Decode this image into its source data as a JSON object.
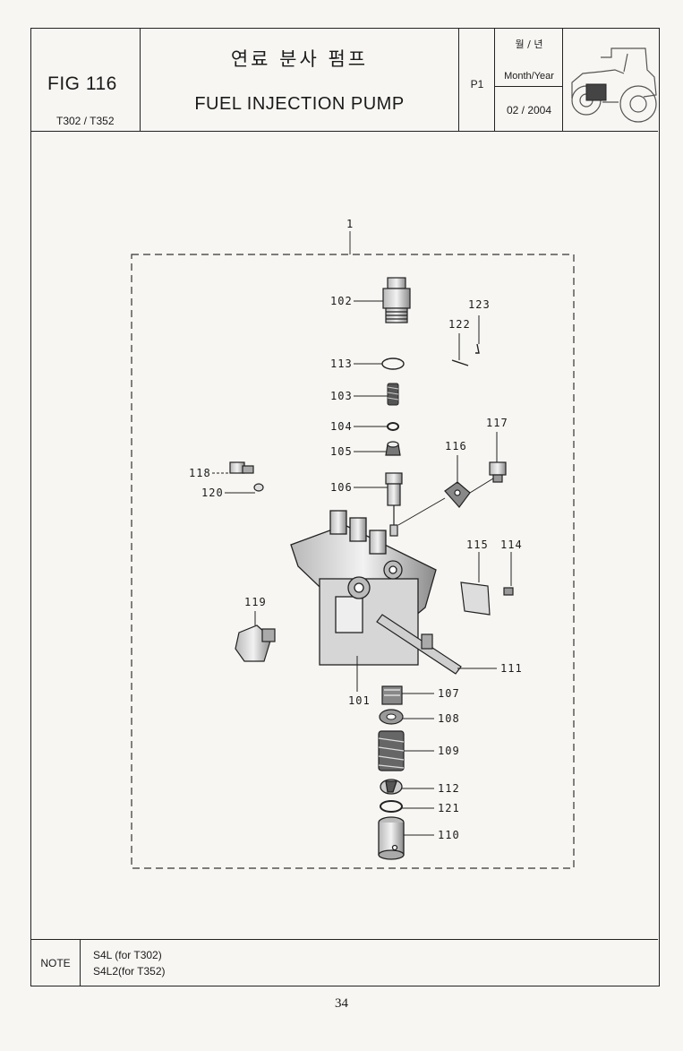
{
  "header": {
    "fig_number": "FIG 116",
    "models": "T302 / T352",
    "title_kr": "연료 분사 펌프",
    "title_en": "FUEL INJECTION PUMP",
    "page_ref": "P1",
    "date_label_kr": "월 / 년",
    "date_label_en": "Month/Year",
    "date_value": "02 / 2004"
  },
  "callouts": {
    "c1": "1",
    "c101": "101",
    "c102": "102",
    "c103": "103",
    "c104": "104",
    "c105": "105",
    "c106": "106",
    "c107": "107",
    "c108": "108",
    "c109": "109",
    "c110": "110",
    "c111": "111",
    "c112": "112",
    "c113": "113",
    "c114": "114",
    "c115": "115",
    "c116": "116",
    "c117": "117",
    "c118": "118",
    "c119": "119",
    "c120": "120",
    "c121": "121",
    "c122": "122",
    "c123": "123"
  },
  "note": {
    "label": "NOTE",
    "line1": "S4L  (for T302)",
    "line2": "S4L2(for T352)"
  },
  "page_number": "34"
}
